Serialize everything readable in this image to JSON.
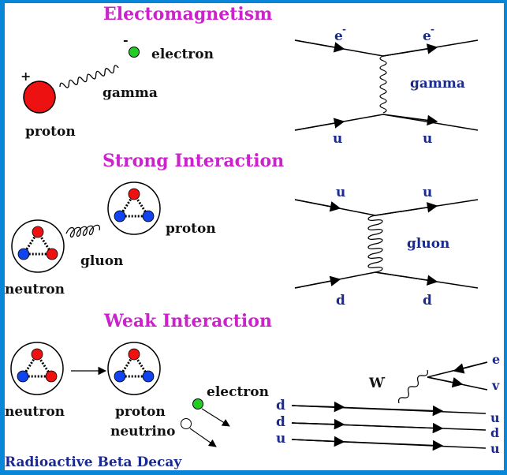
{
  "sections": {
    "em": {
      "title": "Electomagnetism",
      "proton_charge": "+",
      "electron_charge": "-",
      "electron_label": "electron",
      "gamma_label": "gamma",
      "proton_label": "proton",
      "feynman": {
        "top_left": "e",
        "top_right": "e",
        "bottom_left": "u",
        "bottom_right": "u",
        "boson": "gamma",
        "top_sup": "-"
      }
    },
    "strong": {
      "title": "Strong Interaction",
      "proton_label": "proton",
      "gluon_label": "gluon",
      "neutron_label": "neutron",
      "feynman": {
        "top_left": "u",
        "top_right": "u",
        "bottom_left": "d",
        "bottom_right": "d",
        "boson": "gluon"
      }
    },
    "weak": {
      "title": "Weak Interaction",
      "neutron_label": "neutron",
      "proton_label": "proton",
      "neutrino_label": "neutrino",
      "electron_label": "electron",
      "caption": "Radioactive Beta Decay",
      "feynman": {
        "w_label": "W",
        "w_sup": "-",
        "left_quarks": [
          "d",
          "d",
          "u"
        ],
        "right_quarks": [
          "u",
          "d",
          "u"
        ],
        "lepton_e": "e",
        "lepton_nu": "v"
      }
    }
  },
  "colors": {
    "border": "#0a86d8",
    "header": "#cc22cc",
    "label_blue": "#1a2a90",
    "proton_red": "#ee1111",
    "electron_green": "#22cc22",
    "quark_blue": "#1144ee",
    "quark_red": "#ee1111"
  }
}
